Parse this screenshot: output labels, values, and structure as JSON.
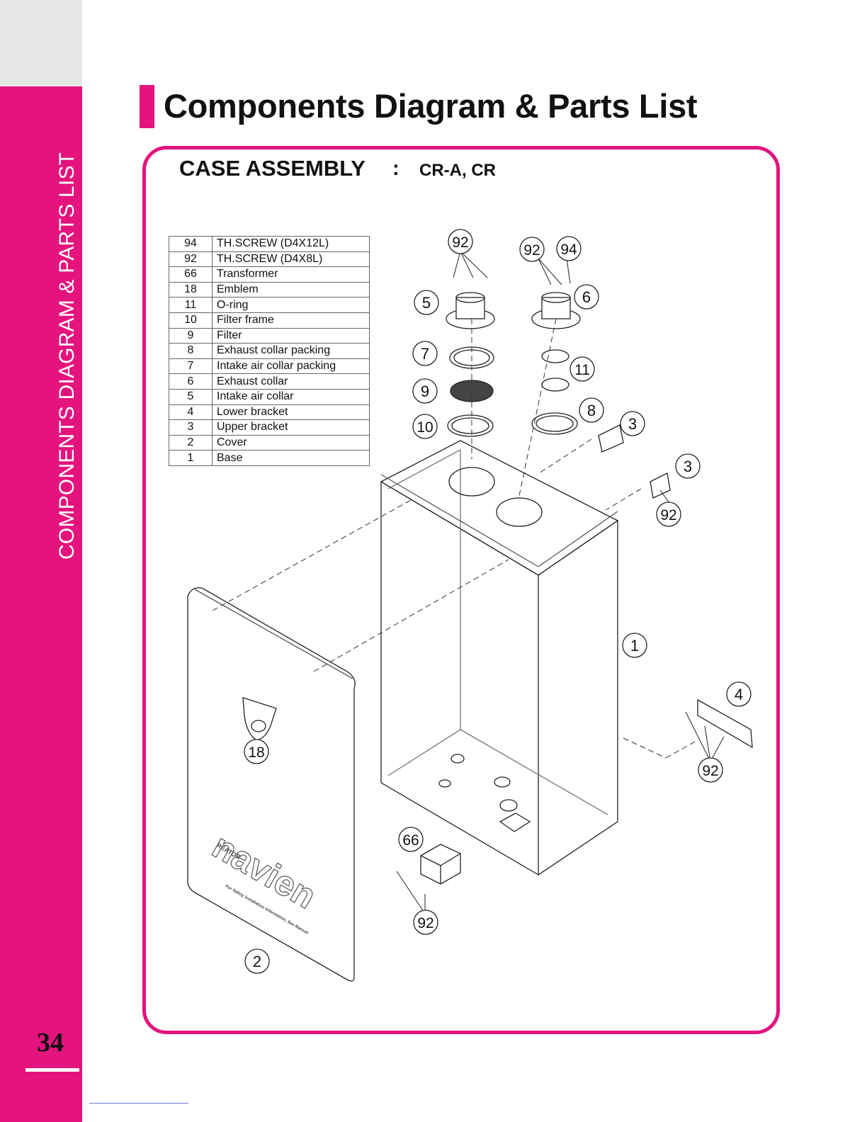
{
  "sidebar": {
    "label": "COMPONENTS DIAGRAM & PARTS LIST"
  },
  "page_number": "34",
  "title": "Components Diagram & Parts List",
  "section": {
    "name": "CASE ASSEMBLY",
    "separator": ":",
    "models": "CR-A, CR"
  },
  "parts": [
    {
      "no": "94",
      "desc": "TH.SCREW (D4X12L)"
    },
    {
      "no": "92",
      "desc": "TH.SCREW (D4X8L)"
    },
    {
      "no": "66",
      "desc": "Transformer"
    },
    {
      "no": "18",
      "desc": "Emblem"
    },
    {
      "no": "11",
      "desc": "O-ring"
    },
    {
      "no": "10",
      "desc": "Filter frame"
    },
    {
      "no": "9",
      "desc": "Filter"
    },
    {
      "no": "8",
      "desc": "Exhaust collar packing"
    },
    {
      "no": "7",
      "desc": "Intake air collar packing"
    },
    {
      "no": "6",
      "desc": "Exhaust collar"
    },
    {
      "no": "5",
      "desc": "Intake air collar"
    },
    {
      "no": "4",
      "desc": "Lower bracket"
    },
    {
      "no": "3",
      "desc": "Upper bracket"
    },
    {
      "no": "2",
      "desc": "Cover"
    },
    {
      "no": "1",
      "desc": "Base"
    }
  ],
  "callouts": [
    "92",
    "92",
    "94",
    "5",
    "6",
    "7",
    "11",
    "9",
    "8",
    "10",
    "3",
    "3",
    "92",
    "1",
    "4",
    "18",
    "92",
    "66",
    "92",
    "2"
  ],
  "cover_print": {
    "brand": "navien",
    "small_text": "REATOR",
    "fine_print": "For Safety Installation Information, See Manual"
  },
  "colors": {
    "accent": "#e4137d",
    "sidebar_top": "#e6e6e6"
  }
}
